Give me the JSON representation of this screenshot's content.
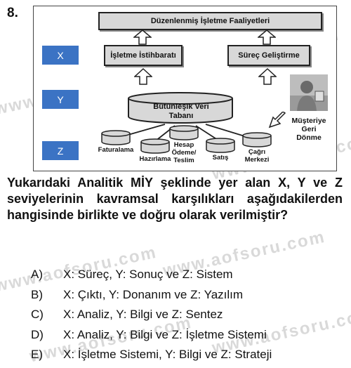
{
  "question_number": "8.",
  "figure": {
    "levels": [
      "X",
      "Y",
      "Z"
    ],
    "top_box": "Düzenlenmiş İşletme Faaliyetleri",
    "box_intelligence": "İşletme İstihbaratı",
    "box_process": "Süreç Geliştirme",
    "db_line1": "Bütünleşik Veri",
    "db_line2": "Tabanı",
    "feedback": [
      "Müşteriye",
      "Geri",
      "Dönme"
    ],
    "sources": [
      {
        "lines": [
          "Faturalama"
        ]
      },
      {
        "lines": [
          "Hazırlama"
        ]
      },
      {
        "lines": [
          "Hesap",
          "Ödeme/",
          "Teslim"
        ]
      },
      {
        "lines": [
          "Satış"
        ]
      },
      {
        "lines": [
          "Çağrı",
          "Merkezi"
        ]
      }
    ]
  },
  "question": "Yukarıdaki Analitik MİY şeklinde yer alan X, Y ve Z seviyelerinin kavramsal karşılıkları aşağıdakilerden hangisinde birlikte ve doğru olarak verilmiştir?",
  "options": [
    {
      "letter": "A)",
      "text": "X: Süreç, Y: Sonuç ve Z: Sistem"
    },
    {
      "letter": "B)",
      "text": "X: Çıktı, Y: Donanım ve Z: Yazılım"
    },
    {
      "letter": "C)",
      "text": "X: Analiz, Y: Bilgi ve Z: Sentez"
    },
    {
      "letter": "D)",
      "text": "X: Analiz, Y: Bilgi ve Z: İşletme Sistemi"
    },
    {
      "letter": "E)",
      "text": "X: İşletme Sistemi, Y: Bilgi ve Z: Strateji"
    }
  ],
  "watermark": "www.aofsoru.com",
  "colors": {
    "level_box": "#3b73c4",
    "box_fill": "#d8d8d8"
  }
}
